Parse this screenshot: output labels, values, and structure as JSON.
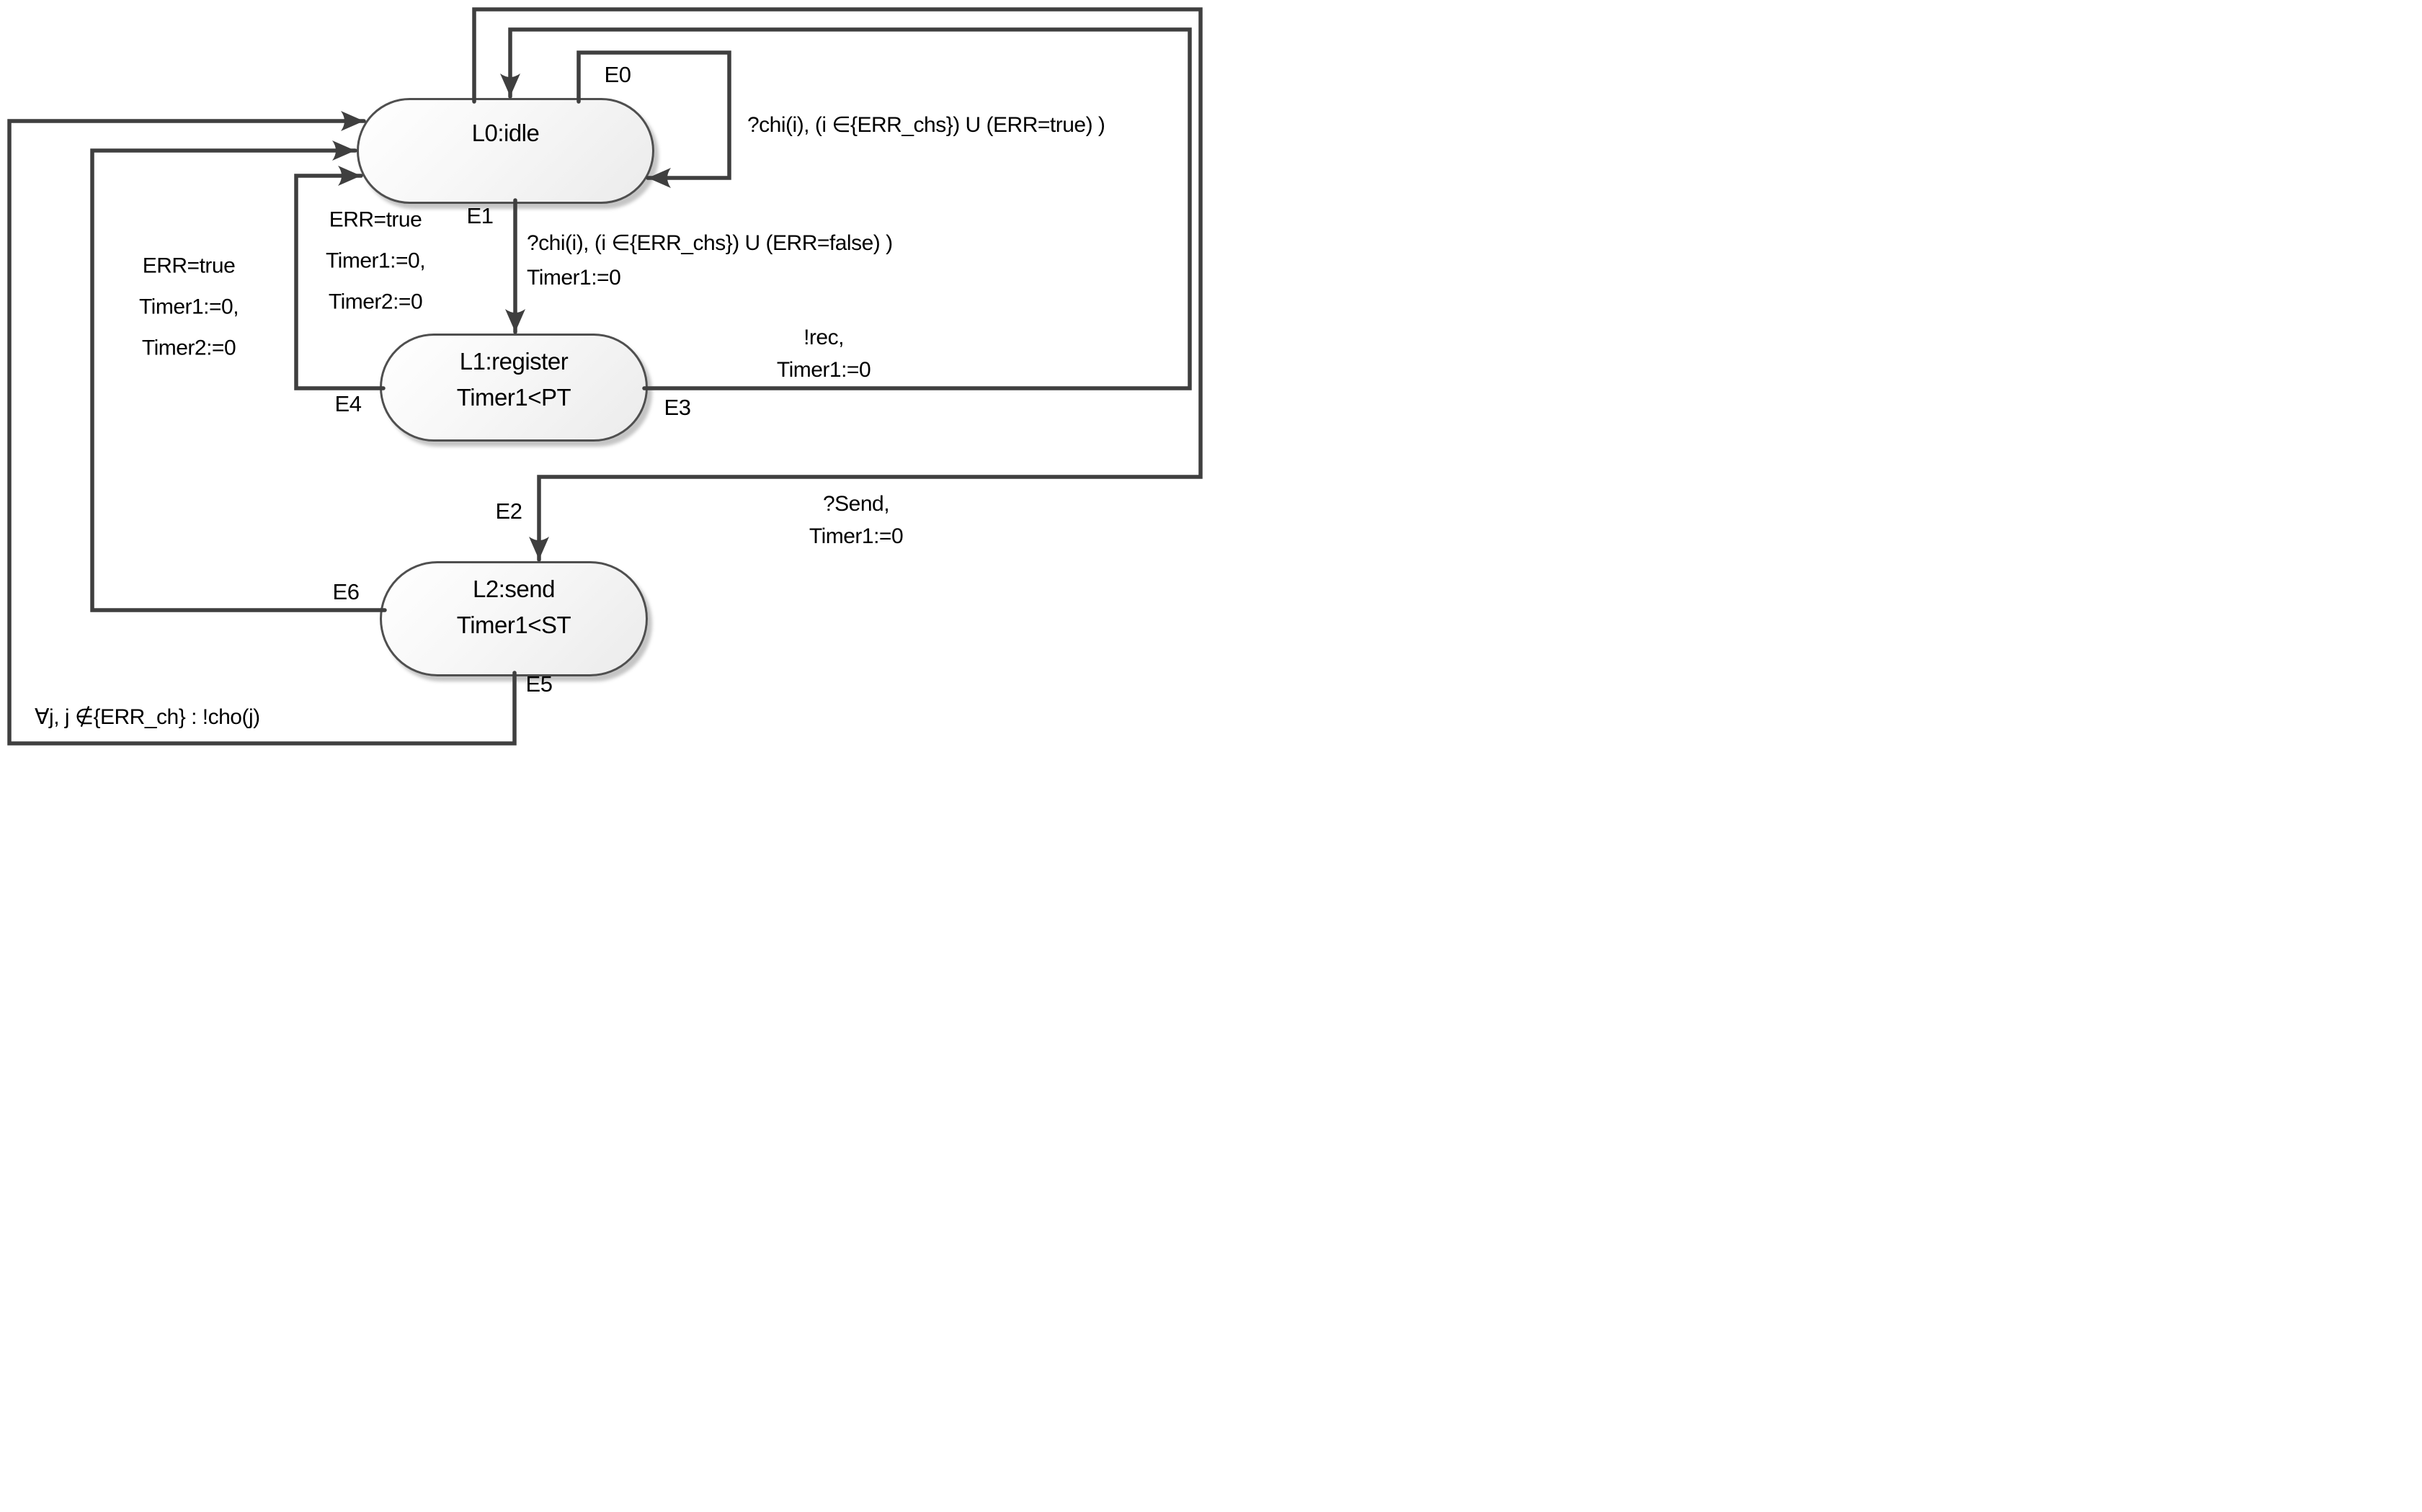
{
  "diagram": {
    "type": "state-machine",
    "states": [
      {
        "id": "L0",
        "label": "L0:idle"
      },
      {
        "id": "L1",
        "label": "L1:register\nTimer1<PT"
      },
      {
        "id": "L2",
        "label": "L2:send\nTimer1<ST"
      }
    ],
    "edges": {
      "e0": {
        "name": "E0",
        "guard": "?chi(i), (i ∈{ERR_chs}) U (ERR=true) )",
        "from": "L0",
        "to": "L0"
      },
      "e1": {
        "name": "E1",
        "guard": "?chi(i), (i ∈{ERR_chs}) U (ERR=false) )\nTimer1:=0",
        "from": "L0",
        "to": "L1"
      },
      "e2": {
        "name": "E2",
        "guard": "?Send,\nTimer1:=0",
        "from": "L0",
        "to": "L2"
      },
      "e3": {
        "name": "E3",
        "guard": "!rec,\nTimer1:=0",
        "from": "L1",
        "to": "L0"
      },
      "e4": {
        "name": "E4",
        "guard": "ERR=true\nTimer1:=0,\nTimer2:=0",
        "from": "L1",
        "to": "L0"
      },
      "e5": {
        "name": "E5",
        "guard": "∀j,  j ∉{ERR_ch} : !cho(j)",
        "from": "L2",
        "to": "L0"
      },
      "e6": {
        "name": "E6",
        "guard": "ERR=true\nTimer1:=0,\nTimer2:=0",
        "from": "L2",
        "to": "L0"
      }
    },
    "colors": {
      "line": "#3f3f3f",
      "state_border": "#4f4f4f",
      "state_fill_top": "#ffffff",
      "state_fill_bottom": "#ebebeb",
      "text": "#000000",
      "background": "#ffffff"
    }
  }
}
